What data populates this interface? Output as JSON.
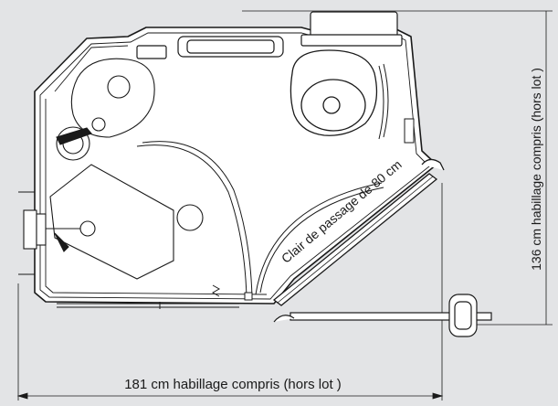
{
  "diagram": {
    "background": "#e3e4e6",
    "line_color": "#1a1a1a",
    "fill_color": "#ffffff",
    "dimension_width_label": "181 cm habillage compris (hors lot )",
    "dimension_height_label": "136 cm habillage compris (hors lot )",
    "door_passage_label": "Clair de passage de 80 cm"
  }
}
